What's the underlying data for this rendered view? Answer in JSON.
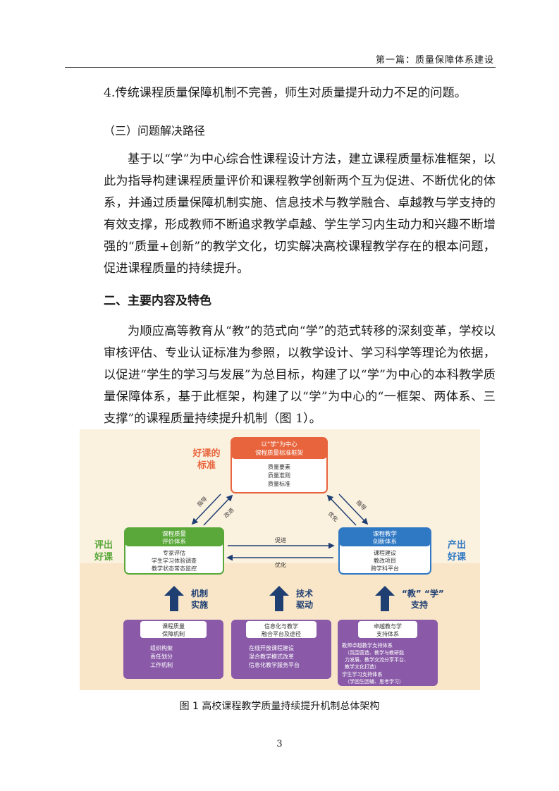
{
  "header": {
    "title": "第一篇：质量保障体系建设"
  },
  "body": {
    "item4": "4.传统课程质量保障机制不完善，师生对质量提升动力不足的问题。",
    "subheading": "（三）问题解决路径",
    "para1": "基于以“学”为中心综合性课程设计方法，建立课程质量标准框架，以此为指导构建课程质量评价和课程教学创新两个互为促进、不断优化的体系，并通过质量保障机制实施、信息技术与教学融合、卓越教与学支持的有效支撑，形成教师不断追求教学卓越、学生学习内生动力和兴趣不断增强的“质量+创新”的教学文化，切实解决高校课程教学存在的根本问题，促进课程质量的持续提升。",
    "heading2": "二、主要内容及特色",
    "para2": "为顺应高等教育从“教”的范式向“学”的范式转移的深刻变革，学校以审核评估、专业认证标准为参照，以教学设计、学习科学等理论为依据，以促进“学生的学习与发展”为总目标，构建了以“学”为中心的本科教学质量保障体系，基于此框架，构建了以“学”为中心的“一框架、两体系、三支撑”的课程质量持续提升机制（图 1）。"
  },
  "figure": {
    "top_box": {
      "title1": "以“学”为中心",
      "title2": "课程质量标准框架",
      "items": [
        "质量要素",
        "质量准则",
        "质量标准"
      ]
    },
    "top_label": [
      "好课的",
      "标准"
    ],
    "left_box": {
      "title1": "课程质量",
      "title2": "评价体系",
      "items": [
        "专家评估",
        "学生学习体验调查",
        "教学状态常态监控"
      ]
    },
    "left_label": [
      "评出",
      "好课"
    ],
    "right_box": {
      "title1": "课程教学",
      "title2": "创新体系",
      "items": [
        "课程建设",
        "教改项目",
        "跨学科平台"
      ]
    },
    "right_label": [
      "产出",
      "好课"
    ],
    "arrow_labels": {
      "guide_left": "指导",
      "improve_left": "改进",
      "guide_right": "指导",
      "optimize_right": "优化",
      "promote": "促进",
      "optimize_mid": "优化"
    },
    "supports": [
      {
        "label": [
          "机制",
          "实施"
        ]
      },
      {
        "label": [
          "技术",
          "驱动"
        ]
      },
      {
        "label": [
          "“教” “学”",
          "支持"
        ]
      }
    ],
    "bottom_boxes": [
      {
        "title1": "课程质量",
        "title2": "保障机制",
        "items": [
          "组织构架",
          "责任划分",
          "工作机制"
        ]
      },
      {
        "title1": "信息化与教学",
        "title2": "融合平台及途径",
        "items": [
          "在线开放课程建设",
          "混合教学模式改革",
          "信息化教学服务平台"
        ]
      },
      {
        "title1": "卓越教与学",
        "title2": "支持体系",
        "items": [
          "教师卓越教学支持体系",
          "（氛围营造、教学与教研能",
          "力发展、教学交流分享平台、",
          "教学文化打造）",
          "学生学习支持体系",
          "（学困生团辅、思考学习）"
        ]
      }
    ],
    "colors": {
      "orange": "#e8643c",
      "green": "#5aa83a",
      "blue": "#2f78c4",
      "purple": "#8a5aa8",
      "navy": "#1f3f73",
      "bg_top": "#fbf1df",
      "bg_bottom": "#f9e6c8"
    }
  },
  "caption": "图 1  高校课程教学质量持续提升机制总体架构",
  "page_number": "3"
}
